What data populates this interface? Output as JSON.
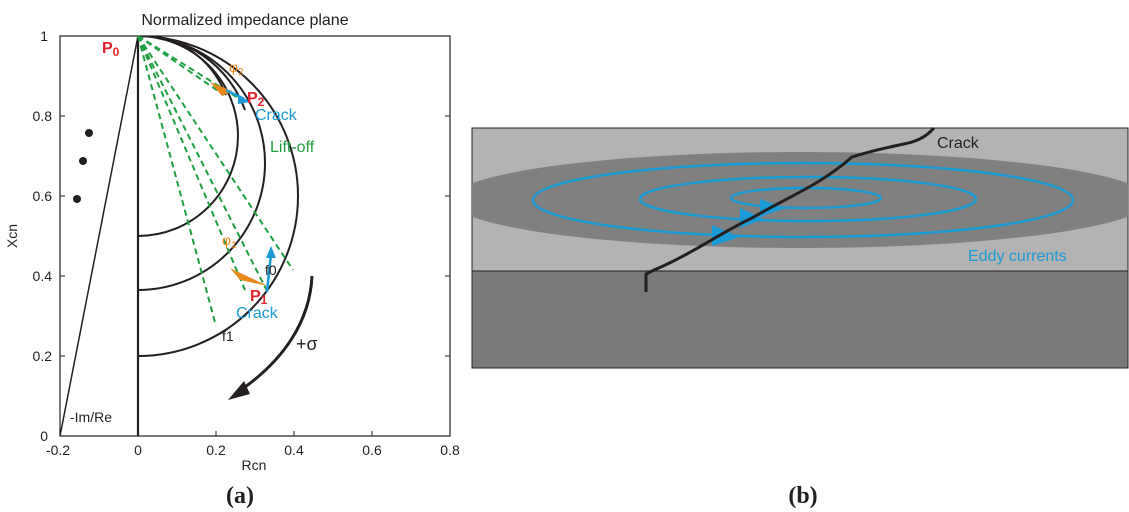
{
  "panel_a": {
    "title": "Normalized impedance plane",
    "caption": "(a)",
    "x_axis_label": "Rcn",
    "y_axis_label": "Xcn",
    "x_ticks": [
      "-0.2",
      "0",
      "0.2",
      "0.4",
      "0.6",
      "0.8"
    ],
    "y_ticks": [
      "0",
      "0.2",
      "0.4",
      "0.6",
      "0.8",
      "1"
    ],
    "labels": {
      "p0": "P",
      "p0_sub": "0",
      "p1": "P",
      "p1_sub": "1",
      "p2": "P",
      "p2_sub": "2",
      "crack_p1": "Crack",
      "crack_p2": "Crack",
      "lift_off": "Lift-off",
      "phi1": "φ",
      "phi1_sub": "1",
      "phi2": "φ",
      "phi2_sub": "2",
      "f0": "f0",
      "f1": "f1",
      "sigma": "+σ",
      "im_re": "-Im/Re"
    },
    "colors": {
      "curve": "#231f20",
      "lift_off": "#1fa040",
      "crack": "#1a9ad6",
      "phi": "#e88a1a",
      "point": "#e0202a"
    }
  },
  "panel_b": {
    "caption": "(b)",
    "crack_label": "Crack",
    "eddy_label": "Eddy currents",
    "colors": {
      "top_plate": "#b3b3b3",
      "eddy_band": "#808080",
      "bottom_block": "#7a7a7a",
      "eddy_current": "#1a9ad6",
      "crack_line": "#231f20"
    }
  }
}
